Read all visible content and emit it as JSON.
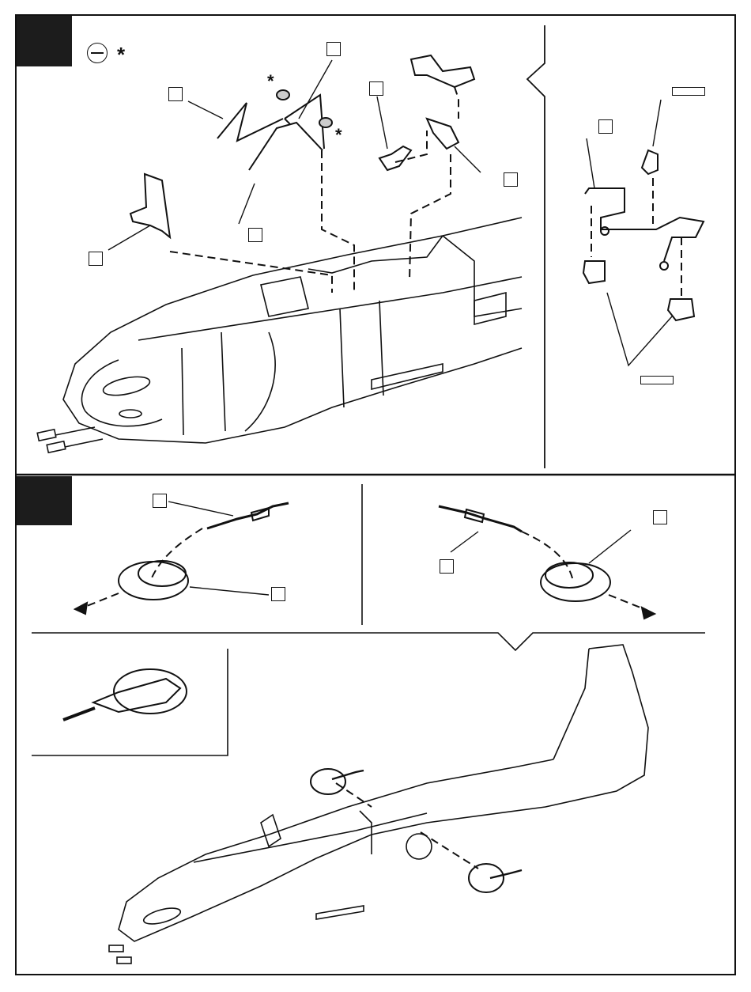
{
  "document": {
    "type": "model kit assembly instructions",
    "steps": [
      {
        "id": "step-a",
        "number": "",
        "callout_count": 6,
        "has_glue_symbol": true
      },
      {
        "id": "step-b",
        "number": "",
        "callout_count": 4
      }
    ],
    "annotations": {
      "glue_mark": "*"
    },
    "colors": {
      "ink": "#111111",
      "step_block": "#1c1c1c",
      "paper": "#ffffff"
    },
    "icons": [
      "glue-icon",
      "asterisk-icon"
    ]
  }
}
